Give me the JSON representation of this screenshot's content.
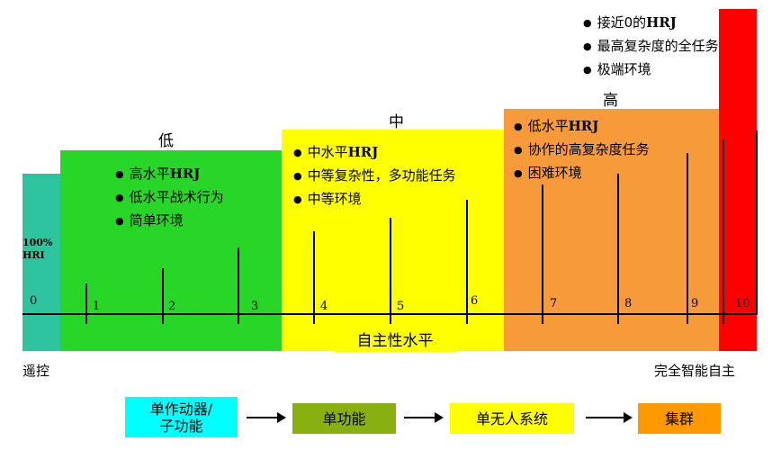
{
  "bands": {
    "teal": "#2ec4a0",
    "green": "#28d628",
    "yellow": "#ffff00",
    "orange": "#f79a3a",
    "red": "#ff0000"
  },
  "levels": {
    "low": "低",
    "mid": "中",
    "high": "高"
  },
  "low_bullets": [
    "高水平HRJ",
    "低水平战术行为",
    "简单环境"
  ],
  "mid_bullets": [
    "中水平HRJ",
    "中等复杂性，多功能任务",
    "中等环境"
  ],
  "high_bullets": [
    "低水平HRJ",
    "协作的高复杂度任务",
    "困难环境"
  ],
  "top_bullets": [
    "接近0的HRJ",
    "最高复杂度的全任务",
    "极端环境"
  ],
  "hri_label": [
    "100%",
    "HRI"
  ],
  "axis": {
    "ticks": [
      "0",
      "1",
      "2",
      "3",
      "4",
      "5",
      "6",
      "7",
      "8",
      "9",
      "10"
    ],
    "title": "自主性水平",
    "left_end": "遥控",
    "right_end": "完全智能自主"
  },
  "flow": [
    {
      "label": "单作动器/\n子功能",
      "color": "#00ffff"
    },
    {
      "label": "单功能",
      "color": "#88b010"
    },
    {
      "label": "单无人系统",
      "color": "#ffff00"
    },
    {
      "label": "集群",
      "color": "#ff9900"
    }
  ]
}
